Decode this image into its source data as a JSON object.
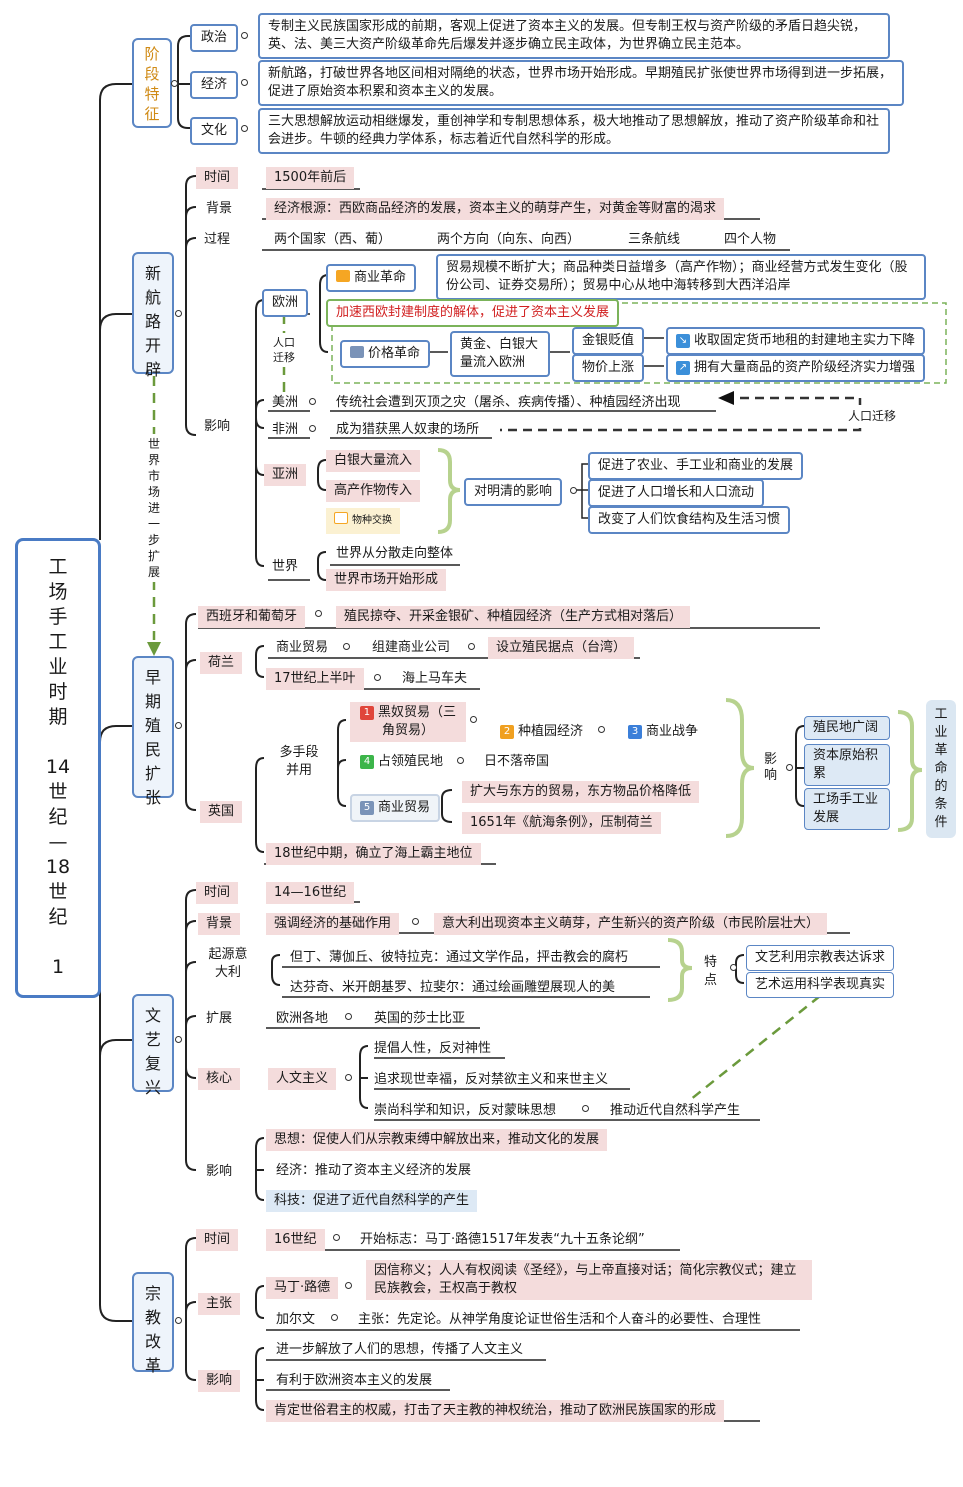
{
  "root": {
    "title_lines": [
      "工",
      "场",
      "手",
      "工",
      "业",
      "时",
      "期",
      "",
      "14",
      "世",
      "纪",
      "—",
      "18",
      "世",
      "纪",
      "",
      "1"
    ]
  },
  "sections": {
    "stage": {
      "label_lines": [
        "阶",
        "段",
        "特",
        "征"
      ],
      "politics": {
        "label": "政治",
        "text": "专制主义民族国家形成的前期，客观上促进了资本主义的发展。但专制王权与资产阶级的矛盾日趋尖锐，英、法、美三大资产阶级革命先后爆发并逐步确立民主政体，为世界确立民主范本。"
      },
      "economy": {
        "label": "经济",
        "text": "新航路，打破世界各地区间相对隔绝的状态，世界市场开始形成。早期殖民扩张使世界市场得到进一步拓展，促进了原始资本积累和资本主义的发展。"
      },
      "culture": {
        "label": "文化",
        "text": "三大思想解放运动相继爆发，重创神学和专制思想体系，极大地推动了思想解放，推动了资产阶级革命和社会进步。牛顿的经典力学体系，标志着近代自然科学的形成。"
      }
    },
    "newroute": {
      "label_lines": [
        "新",
        "航",
        "路",
        "开",
        "辟"
      ],
      "time_label": "时间",
      "time": "1500年前后",
      "bg_label": "背景",
      "bg": "经济根源：西欧商品经济的发展，资本主义的萌芽产生，对黄金等财富的渴求",
      "proc_label": "过程",
      "proc": [
        "两个国家（西、葡）",
        "两个方向（向东、向西）",
        "三条航线",
        "四个人物"
      ],
      "impact_label": "影响",
      "europe": "欧洲",
      "commerce_rev": "商业革命",
      "commerce_text": "贸易规模不断扩大；商品种类日益增多（高产作物）；商业经营方式发生变化（股份公司、证券交易所）；贸易中心从地中海转移到大西洋沿岸",
      "accelerate": "加速西欧封建制度的解体，促进了资本主义发展",
      "price_rev": "价格革命",
      "gold_in": "黄金、白银大量流入欧洲",
      "gold_devalue": "金银贬值",
      "price_up": "物价上涨",
      "fixed_rent": "收取固定货币地租的封建地主实力下降",
      "merchants": "拥有大量商品的资产阶级经济实力增强",
      "migration": "人口迁移",
      "migration2": "人口迁移",
      "america": "美洲",
      "america_text": "传统社会遭到灭顶之灾（屠杀、疾病传播）、种植园经济出现",
      "africa": "非洲",
      "africa_text": "成为猎获黑人奴隶的场所",
      "asia": "亚洲",
      "silver_in": "白银大量流入",
      "crops_in": "高产作物传入",
      "exchange": "物种交换",
      "ming_qing": "对明清的影响",
      "mq1": "促进了农业、手工业和商业的发展",
      "mq2": "促进了人口增长和人口流动",
      "mq3": "改变了人们饮食结构及生活习惯",
      "world": "世界",
      "world1": "世界从分散走向整体",
      "world2": "世界市场开始形成",
      "link_label": [
        "世",
        "界",
        "市",
        "场",
        "进",
        "一",
        "步",
        "扩",
        "展"
      ]
    },
    "colonial": {
      "label_lines": [
        "早",
        "期",
        "殖",
        "民",
        "扩",
        "张"
      ],
      "sp": "西班牙和葡萄牙",
      "sp_text": "殖民掠夺、开采金银矿、种植园经济（生产方式相对落后）",
      "nl": "荷兰",
      "nl_trade": "商业贸易",
      "nl_company": "组建商业公司",
      "nl_base": "设立殖民据点（台湾）",
      "nl_17": "17世纪上半叶",
      "nl_carrier": "海上马车夫",
      "en": "英国",
      "en_multi": "多手段并用",
      "en_m1": "黑奴贸易（三角贸易）",
      "en_m2": "种植园经济",
      "en_m3": "商业战争",
      "en_m4": "占领殖民地",
      "en_empire": "日不落帝国",
      "en_m5": "商业贸易",
      "en_east": "扩大与东方的贸易，东方物品价格降低",
      "en_act": "1651年《航海条例》，压制荷兰",
      "en_18": "18世纪中期，确立了海上霸主地位",
      "impact": "影响",
      "r1": "殖民地广阔",
      "r2": "资本原始积累",
      "r3": "工场手工业发展",
      "ind_cond": [
        "工",
        "业",
        "革",
        "命",
        "的",
        "条",
        "件"
      ]
    },
    "renaissance": {
      "label_lines": [
        "文",
        "艺",
        "复",
        "兴"
      ],
      "time_label": "时间",
      "time": "14—16世纪",
      "bg_label": "背景",
      "bg1": "强调经济的基础作用",
      "bg2": "意大利出现资本主义萌芽，产生新兴的资产阶级（市民阶层壮大）",
      "origin": "起源意大利",
      "o1": "但丁、薄伽丘、彼特拉克：通过文学作品，抨击教会的腐朽",
      "o2": "达芬奇、米开朗基罗、拉斐尔：通过绘画雕塑展现人的美",
      "feature": "特点",
      "f1": "文艺利用宗教表达诉求",
      "f2": "艺术运用科学表现真实",
      "expand_label": "扩展",
      "expand1": "欧洲各地",
      "expand2": "英国的莎士比亚",
      "core_label": "核心",
      "core": "人文主义",
      "c1": "提倡人性，反对神性",
      "c2": "追求现世幸福，反对禁欲主义和来世主义",
      "c3": "崇尚科学和知识，反对蒙昧思想",
      "c3b": "推动近代自然科学产生",
      "impact_label": "影响",
      "i1": "思想：促使人们从宗教束缚中解放出来，推动文化的发展",
      "i2": "经济：推动了资本主义经济的发展",
      "i3": "科技：促进了近代自然科学的产生"
    },
    "reformation": {
      "label_lines": [
        "宗",
        "教",
        "改",
        "革"
      ],
      "time_label": "时间",
      "time": "16世纪",
      "start": "开始标志：马丁·路德1517年发表“九十五条论纲”",
      "claim_label": "主张",
      "luther": "马丁·路德",
      "luther_text": "因信称义；人人有权阅读《圣经》，与上帝直接对话；简化宗教仪式；建立民族教会，王权高于教权",
      "calvin": "加尔文",
      "calvin_text": "主张：先定论。从神学角度论证世俗生活和个人奋斗的必要性、合理性",
      "impact_label": "影响",
      "i1": "进一步解放了人们的思想，传播了人文主义",
      "i2": "有利于欧洲资本主义的发展",
      "i3": "肯定世俗君主的权威，打击了天主教的神权统治，推动了欧洲民族国家的形成"
    }
  },
  "colors": {
    "box_border": "#5b86c4",
    "pink": "#f4dcdc",
    "blue_fill": "#dde9f5",
    "bracket": "#b7d28e",
    "accent_red": "#d12020"
  }
}
